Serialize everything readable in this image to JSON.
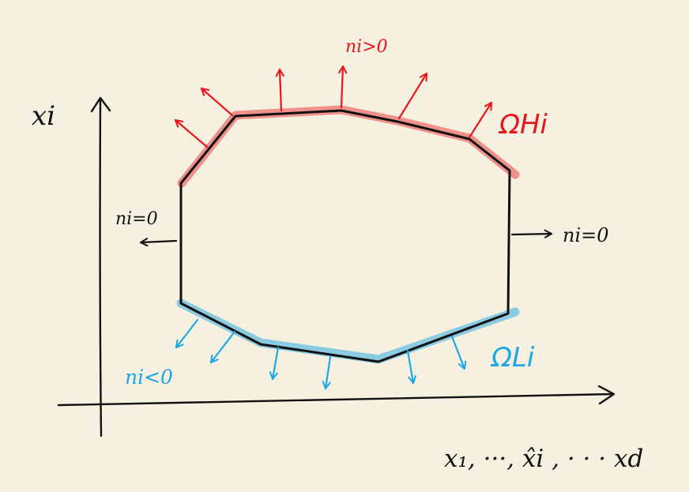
{
  "colors": {
    "background": "#f6f0e1",
    "ink": "#111111",
    "upper": "#e8161c",
    "upper_highlight": "#ef7f7b",
    "lower": "#1aa8e6",
    "lower_highlight": "#7fc6e2"
  },
  "labels": {
    "y_axis": "xi",
    "x_axis_main": "x₁, ···, x̂i , · · · xd",
    "top_normal": "ni>0",
    "upper_boundary": "ΩHi",
    "left_normal": "ni=0",
    "right_normal": "ni=0",
    "bottom_normal": "ni<0",
    "lower_boundary": "ΩLi"
  }
}
